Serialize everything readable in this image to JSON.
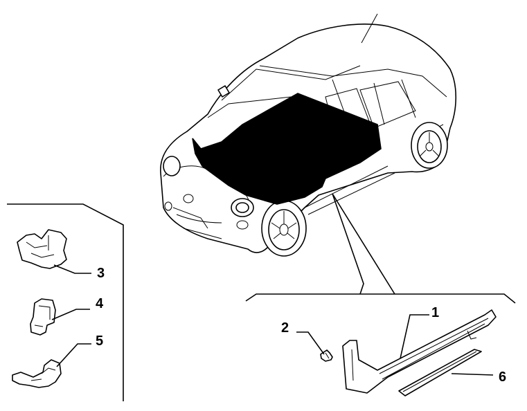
{
  "diagram": {
    "callouts": [
      {
        "id": "1",
        "label": "1"
      },
      {
        "id": "2",
        "label": "2"
      },
      {
        "id": "3",
        "label": "3"
      },
      {
        "id": "4",
        "label": "4"
      },
      {
        "id": "5",
        "label": "5"
      },
      {
        "id": "6",
        "label": "6"
      }
    ],
    "colors": {
      "line": "#000000",
      "background": "#ffffff",
      "hood-fill": "#000000"
    }
  }
}
